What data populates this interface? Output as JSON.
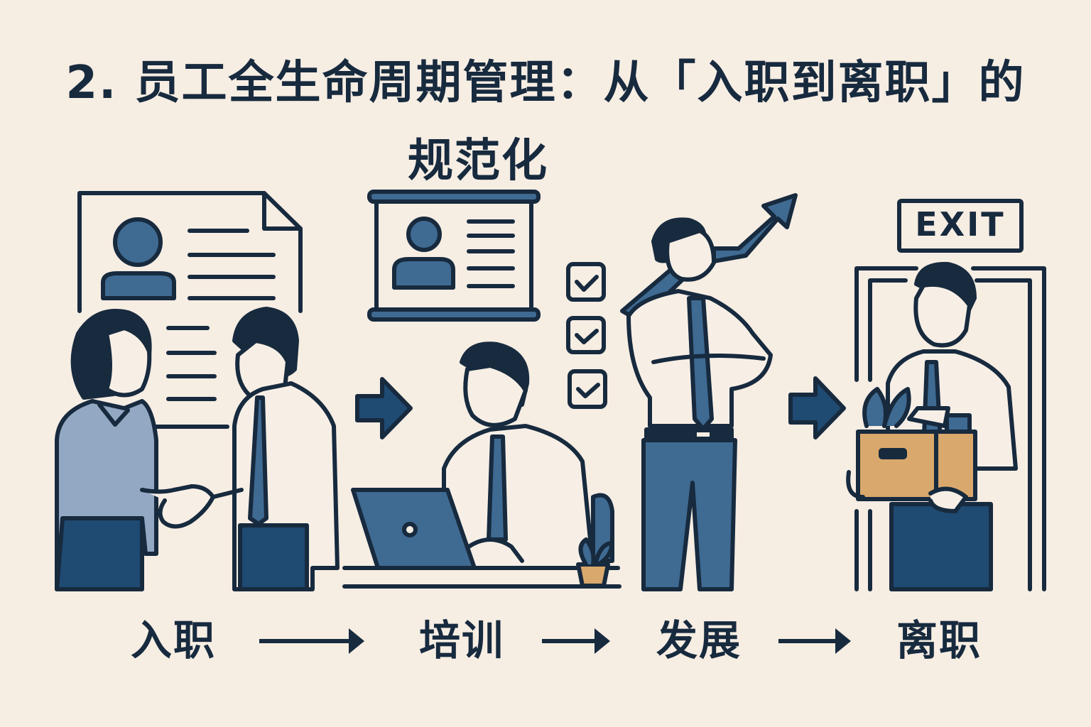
{
  "title": {
    "line1": "2. 员工全生命周期管理：从「入职到离职」的",
    "line2": "规范化"
  },
  "stages": [
    {
      "label": "入职",
      "scene": "handshake-onboarding"
    },
    {
      "label": "培训",
      "scene": "training-at-laptop"
    },
    {
      "label": "发展",
      "scene": "growth-arrow"
    },
    {
      "label": "离职",
      "scene": "leaving-with-box"
    }
  ],
  "exit_sign": {
    "text": "EXIT"
  },
  "colors": {
    "background": "#f6ede3",
    "ink": "#172a3e",
    "blue": "#3f6a92",
    "navy": "#1f4a72",
    "light_blue": "#93a9c3",
    "shirt": "#f7efe6",
    "box": "#d9a86c"
  }
}
